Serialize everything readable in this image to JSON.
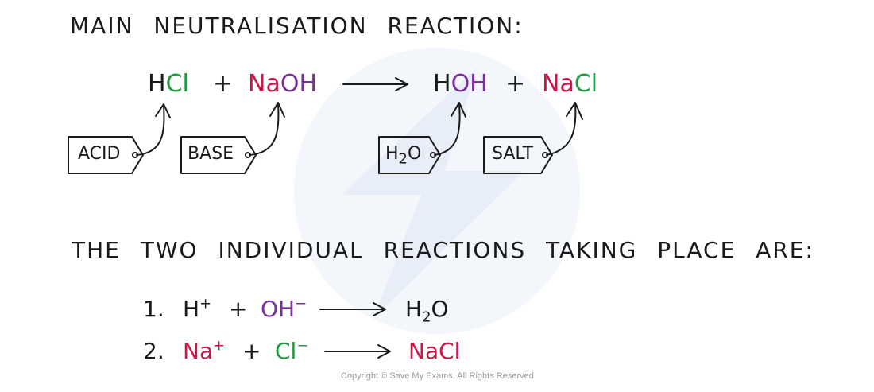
{
  "heading_main": "MAIN NEUTRALISATION REACTION:",
  "heading_individual": "THE TWO INDIVIDUAL REACTIONS TAKING PLACE ARE:",
  "main_equation": {
    "acid": {
      "h": "H",
      "cl": "Cl"
    },
    "plus1": "+",
    "base": {
      "na": "Na",
      "oh": "OH"
    },
    "water": {
      "h": "H",
      "oh": "OH"
    },
    "plus2": "+",
    "salt": {
      "na": "Na",
      "cl": "Cl"
    }
  },
  "tags": {
    "acid": "ACID",
    "base": "BASE",
    "water": {
      "h": "H",
      "sub": "2",
      "o": "O"
    },
    "salt": "SALT"
  },
  "reaction_1": {
    "number": "1.",
    "h": "H",
    "h_charge": "+",
    "plus": "+",
    "oh": "OH",
    "oh_charge": "−",
    "product": {
      "h": "H",
      "sub": "2",
      "o": "O"
    }
  },
  "reaction_2": {
    "number": "2.",
    "na": "Na",
    "na_charge": "+",
    "plus": "+",
    "cl": "Cl",
    "cl_charge": "−",
    "product": "NaCl"
  },
  "copyright": "Copyright © Save My Exams. All Rights Reserved",
  "colors": {
    "green": "#1f9a3f",
    "red": "#d01445",
    "purple": "#7a2f9a",
    "watermark": "#eef2f8"
  },
  "icons": [
    "save-my-exams-watermark-logo"
  ]
}
